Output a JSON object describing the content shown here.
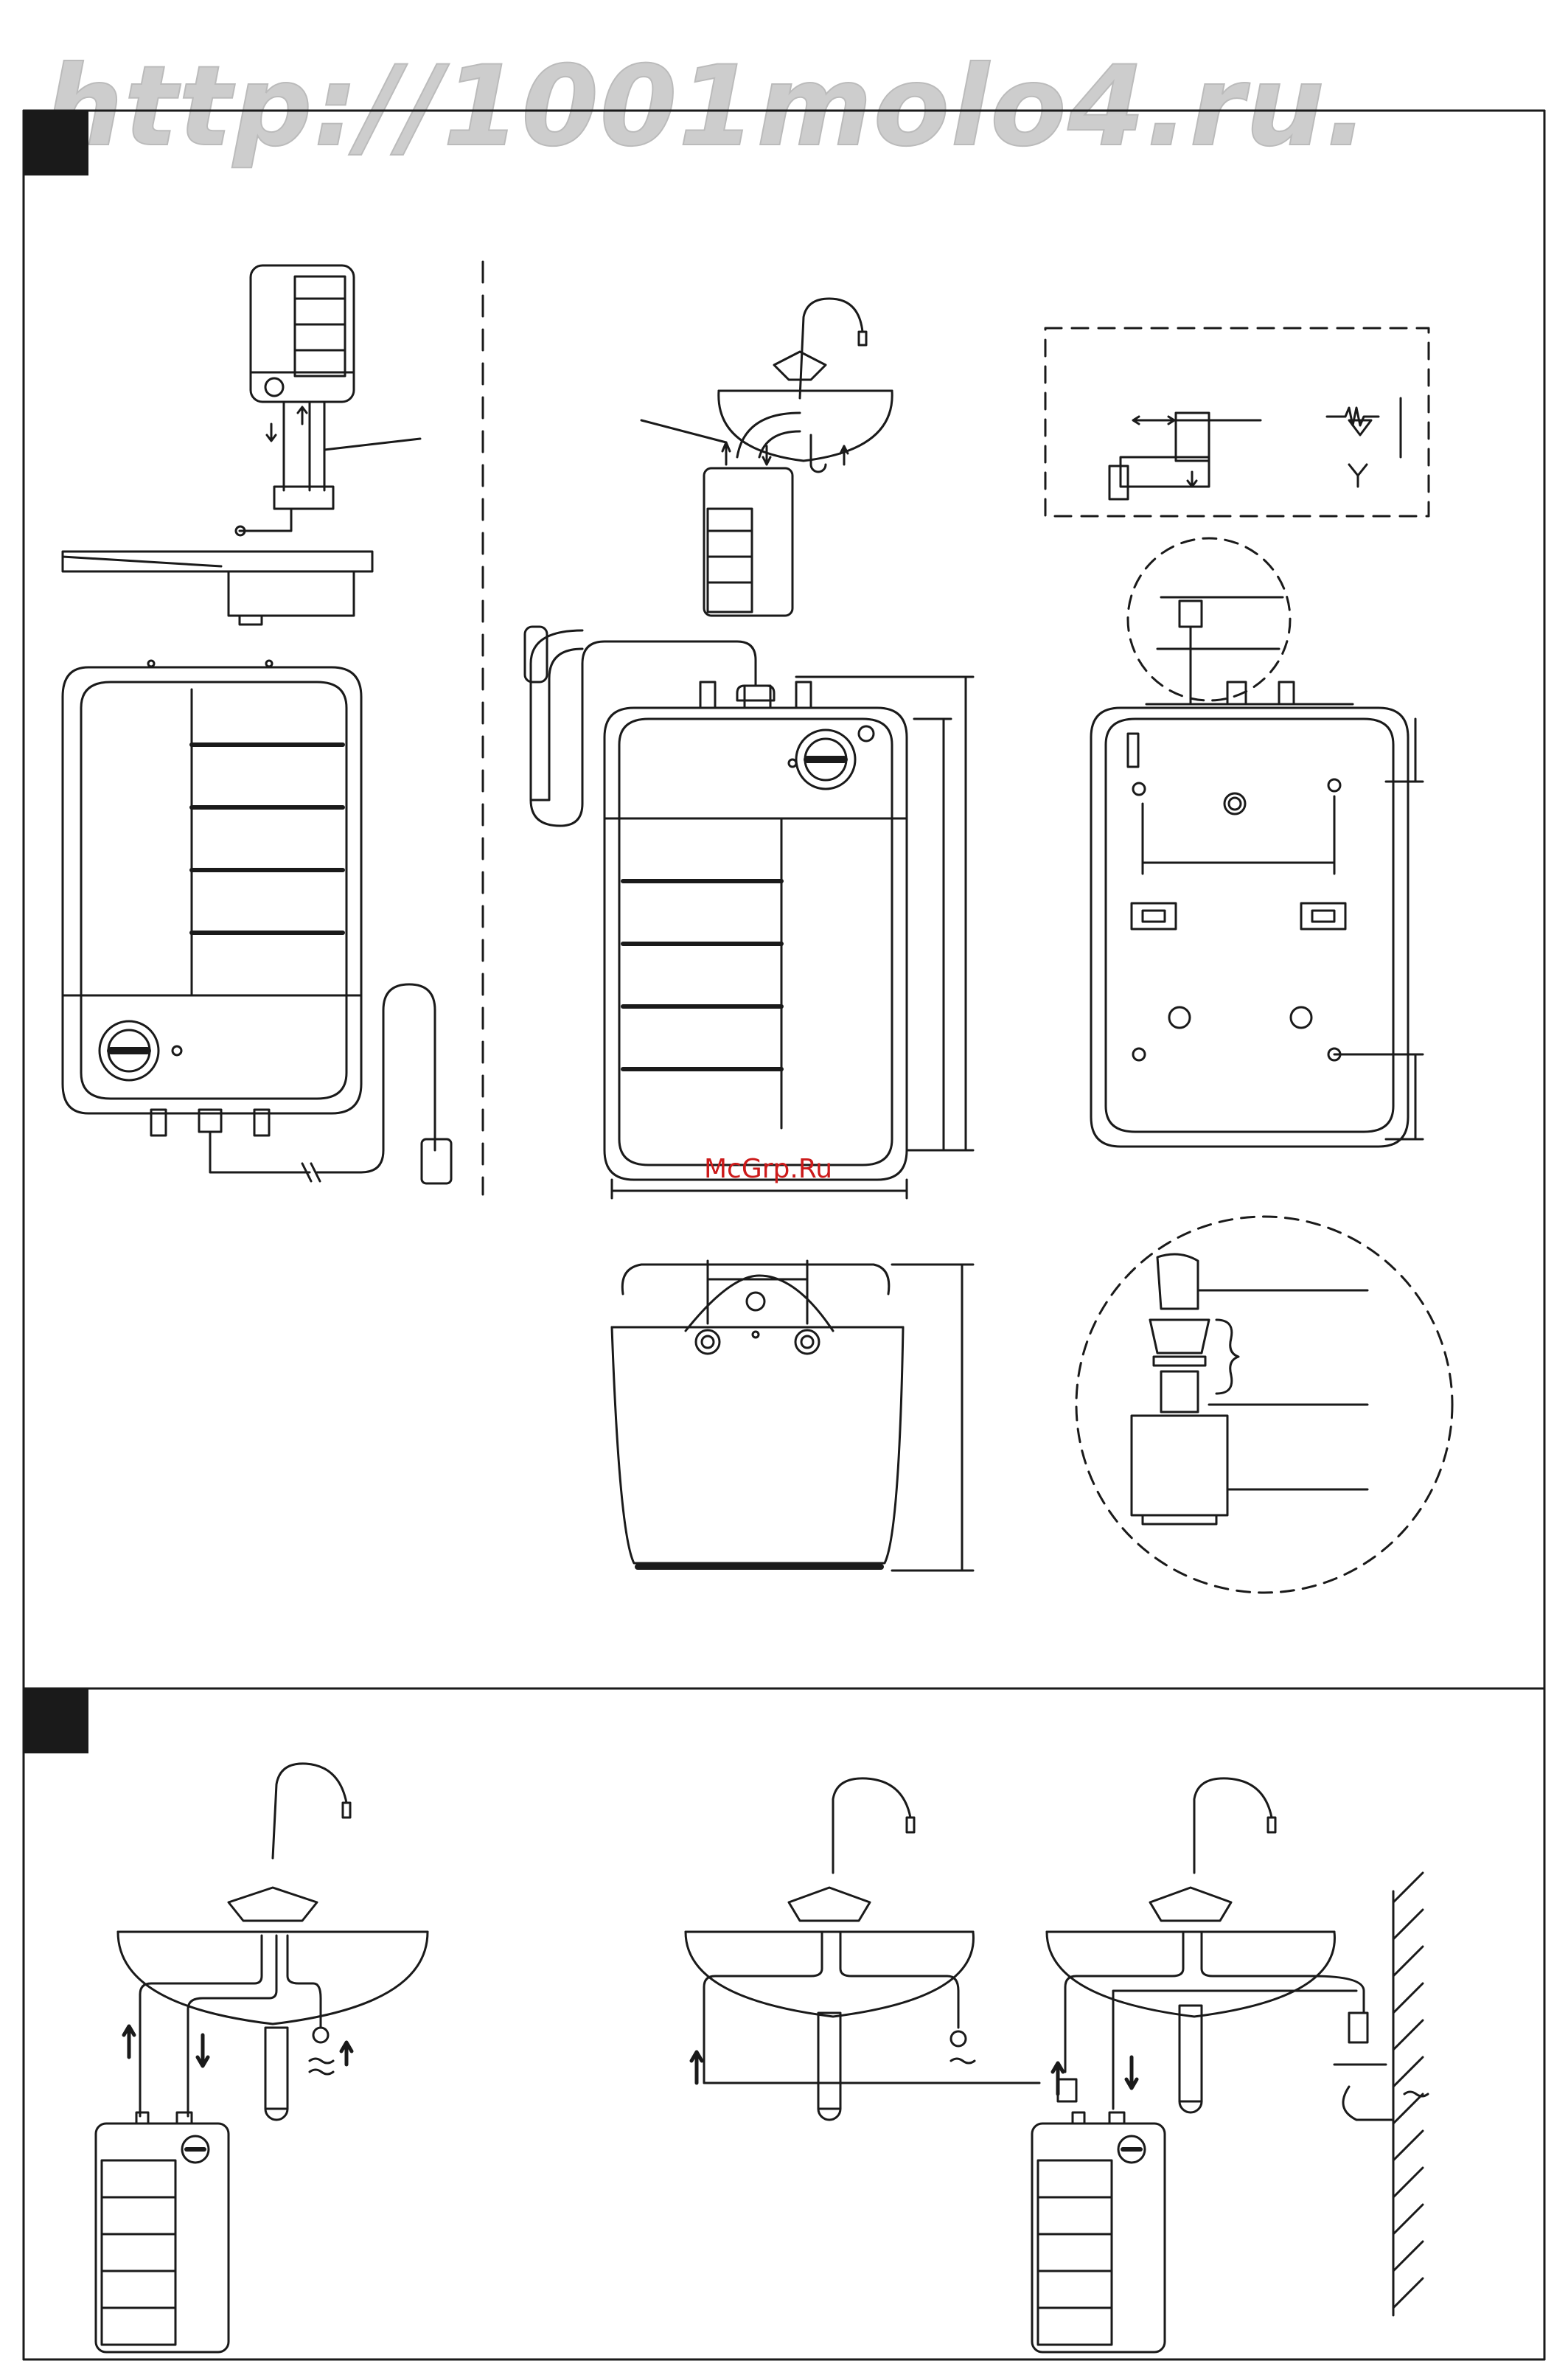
{
  "watermark_text": "http://1001molo4.ru.",
  "credit_text": "McGrp.Ru",
  "colors": {
    "line": "#1a1a1a",
    "panel_fill": "#ffffff",
    "section_marker": "#1a1a1a",
    "credit": "#cc1a1a",
    "watermark": "#c8c8c8"
  },
  "sections": [
    {
      "id": "section-1",
      "marker_icon": "black-square-marker"
    },
    {
      "id": "section-2",
      "marker_icon": "black-square-marker"
    }
  ],
  "figures": [
    {
      "id": "overflow-mounting",
      "icon": "over-sink-heater-icon"
    },
    {
      "id": "under-sink-install",
      "icon": "under-sink-heater-icon"
    },
    {
      "id": "safety-valve-detail",
      "icon": "safety-valve-icon"
    },
    {
      "id": "heater-front-dimensions",
      "icon": "heater-front-icon"
    },
    {
      "id": "heater-back-dimensions",
      "icon": "heater-back-icon"
    },
    {
      "id": "heater-top-dimensions",
      "icon": "heater-top-icon"
    },
    {
      "id": "connector-detail",
      "icon": "pipe-connector-icon"
    },
    {
      "id": "single-sink-connection",
      "icon": "single-sink-icon"
    },
    {
      "id": "double-sink-connection",
      "icon": "double-sink-icon"
    }
  ]
}
